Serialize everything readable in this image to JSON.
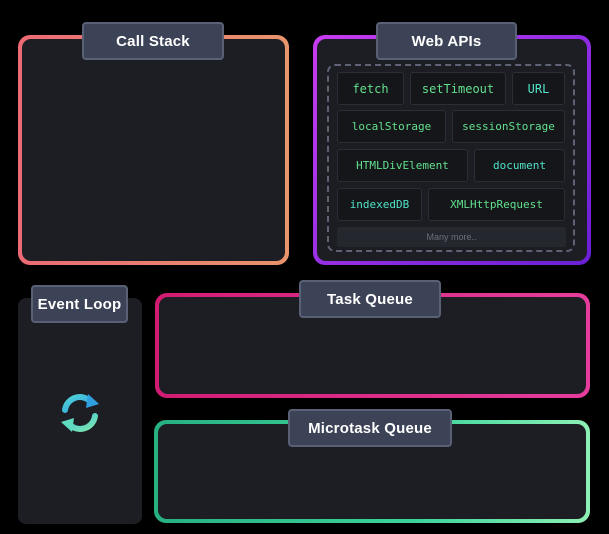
{
  "panels": {
    "call_stack": {
      "title": "Call Stack"
    },
    "web_apis": {
      "title": "Web APIs",
      "chips": [
        "fetch",
        "setTimeout",
        "URL",
        "localStorage",
        "sessionStorage",
        "HTMLDivElement",
        "document",
        "indexedDB",
        "XMLHttpRequest"
      ],
      "more_label": "Many more.."
    },
    "event_loop": {
      "title": "Event Loop",
      "icon": "refresh-cycle-icon"
    },
    "task_queue": {
      "title": "Task Queue"
    },
    "microtask_queue": {
      "title": "Microtask Queue"
    }
  },
  "colors": {
    "background": "#000000",
    "panel_fill": "#1c1e24",
    "tab_fill": "#3d4356",
    "call_stack_border": [
      "#ec6a74",
      "#e8946c"
    ],
    "web_apis_border": [
      "#c93cf0",
      "#6a1fd6"
    ],
    "task_queue_border": [
      "#d21c73",
      "#e63d9d"
    ],
    "microtask_queue_border": [
      "#27b080",
      "#8ef0b4"
    ],
    "chip_text_green": "#62e08e",
    "chip_text_teal": "#4fe3c8"
  }
}
